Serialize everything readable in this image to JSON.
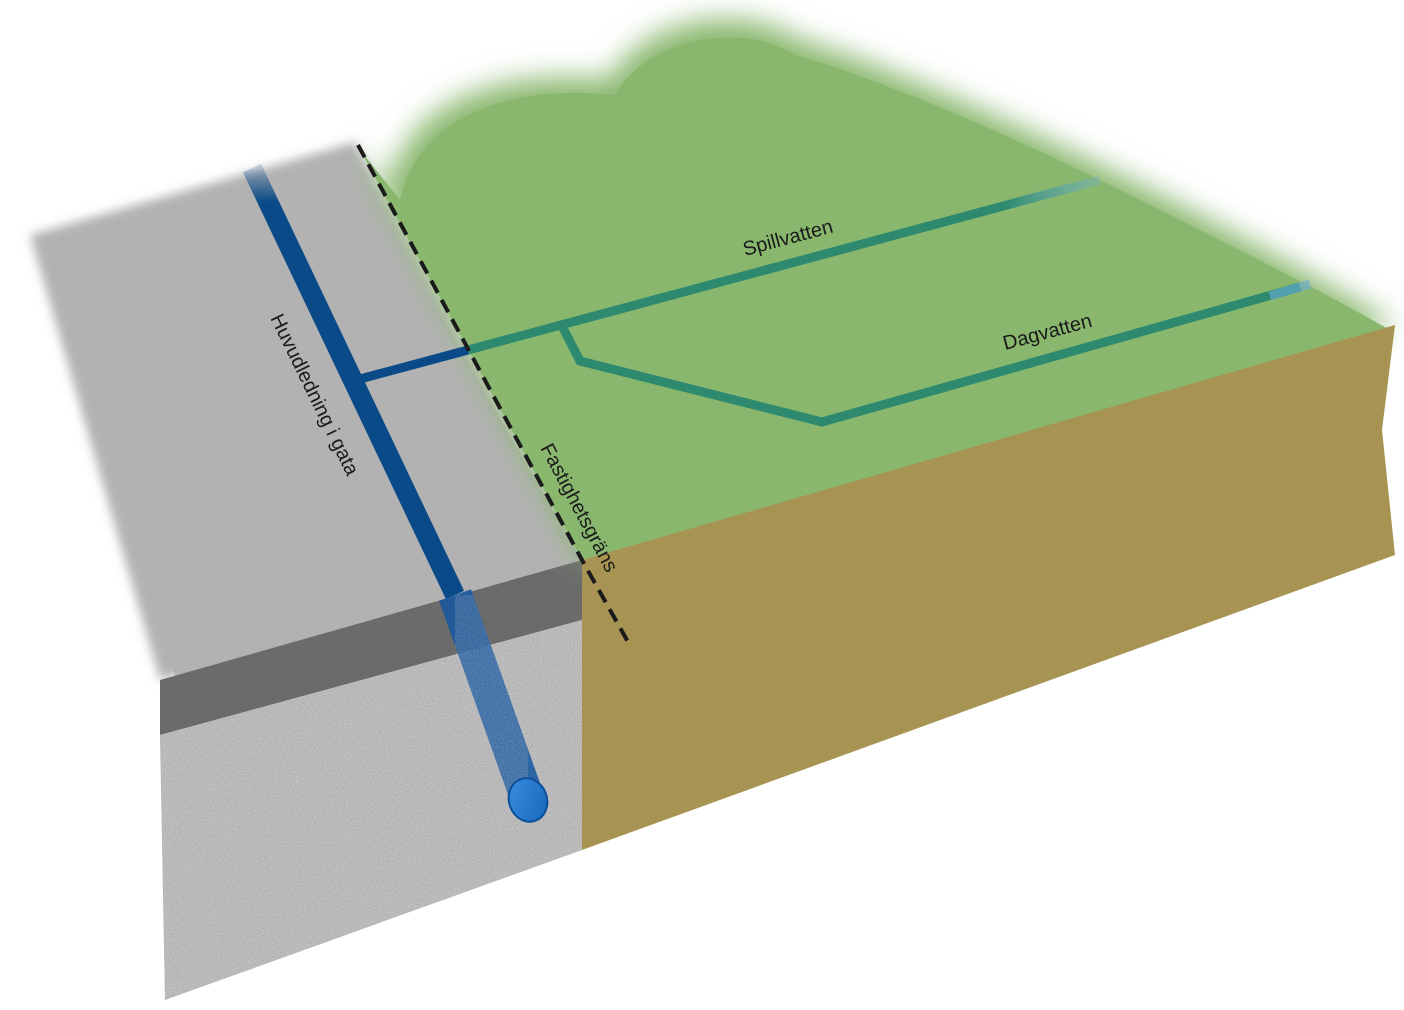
{
  "labels": {
    "main_line": "Huvudledning i gata",
    "property_boundary": "Fastighetsgräns",
    "wastewater": "Spillvatten",
    "stormwater": "Dagvatten"
  },
  "colors": {
    "street_surface": "#b2b2b2",
    "street_edge": "#6b6b6b",
    "gravel": "#9a9a9a",
    "lawn": "#89b76e",
    "soil": "#a79352",
    "main_pipe": "#0a4a88",
    "service_pipe": "#2e8a6e",
    "pipe_end": "#1f74c8",
    "boundary_line": "#1a1a1a"
  }
}
